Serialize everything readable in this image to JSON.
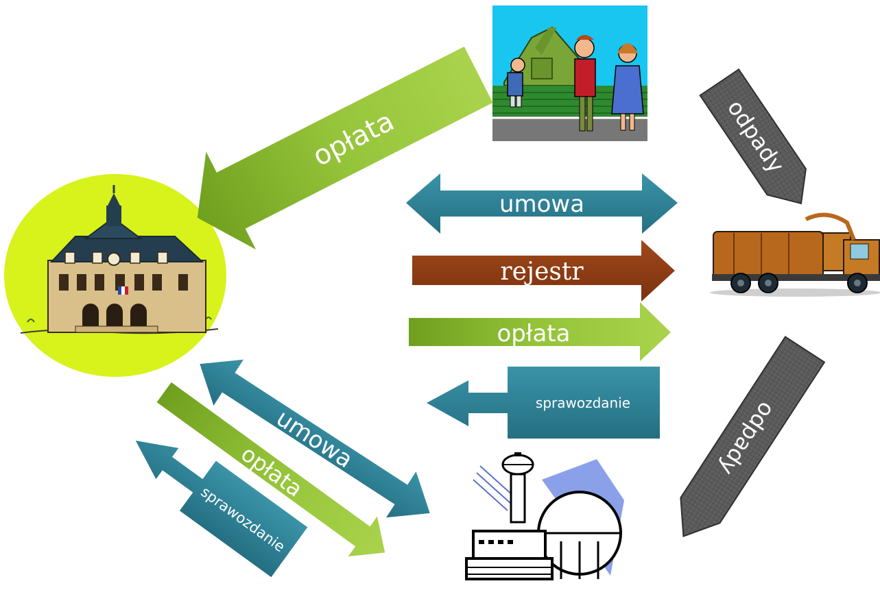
{
  "arrows": {
    "residents_to_gmina": "opłata",
    "gmina_collector_contract": "umowa",
    "collector_register": "rejestr",
    "collector_fee": "opłata",
    "collector_report": "sprawozdanie",
    "gmina_plant_contract": "umowa",
    "gmina_plant_fee": "opłata",
    "plant_report": "sprawozdanie",
    "residents_waste": "odpady",
    "collector_waste": "odpady"
  },
  "colors": {
    "green": "#8cbf2a",
    "teal": "#2e8499",
    "brown": "#8e3d14",
    "gray": "#595959",
    "gmina_bg": "#d8f21b"
  }
}
